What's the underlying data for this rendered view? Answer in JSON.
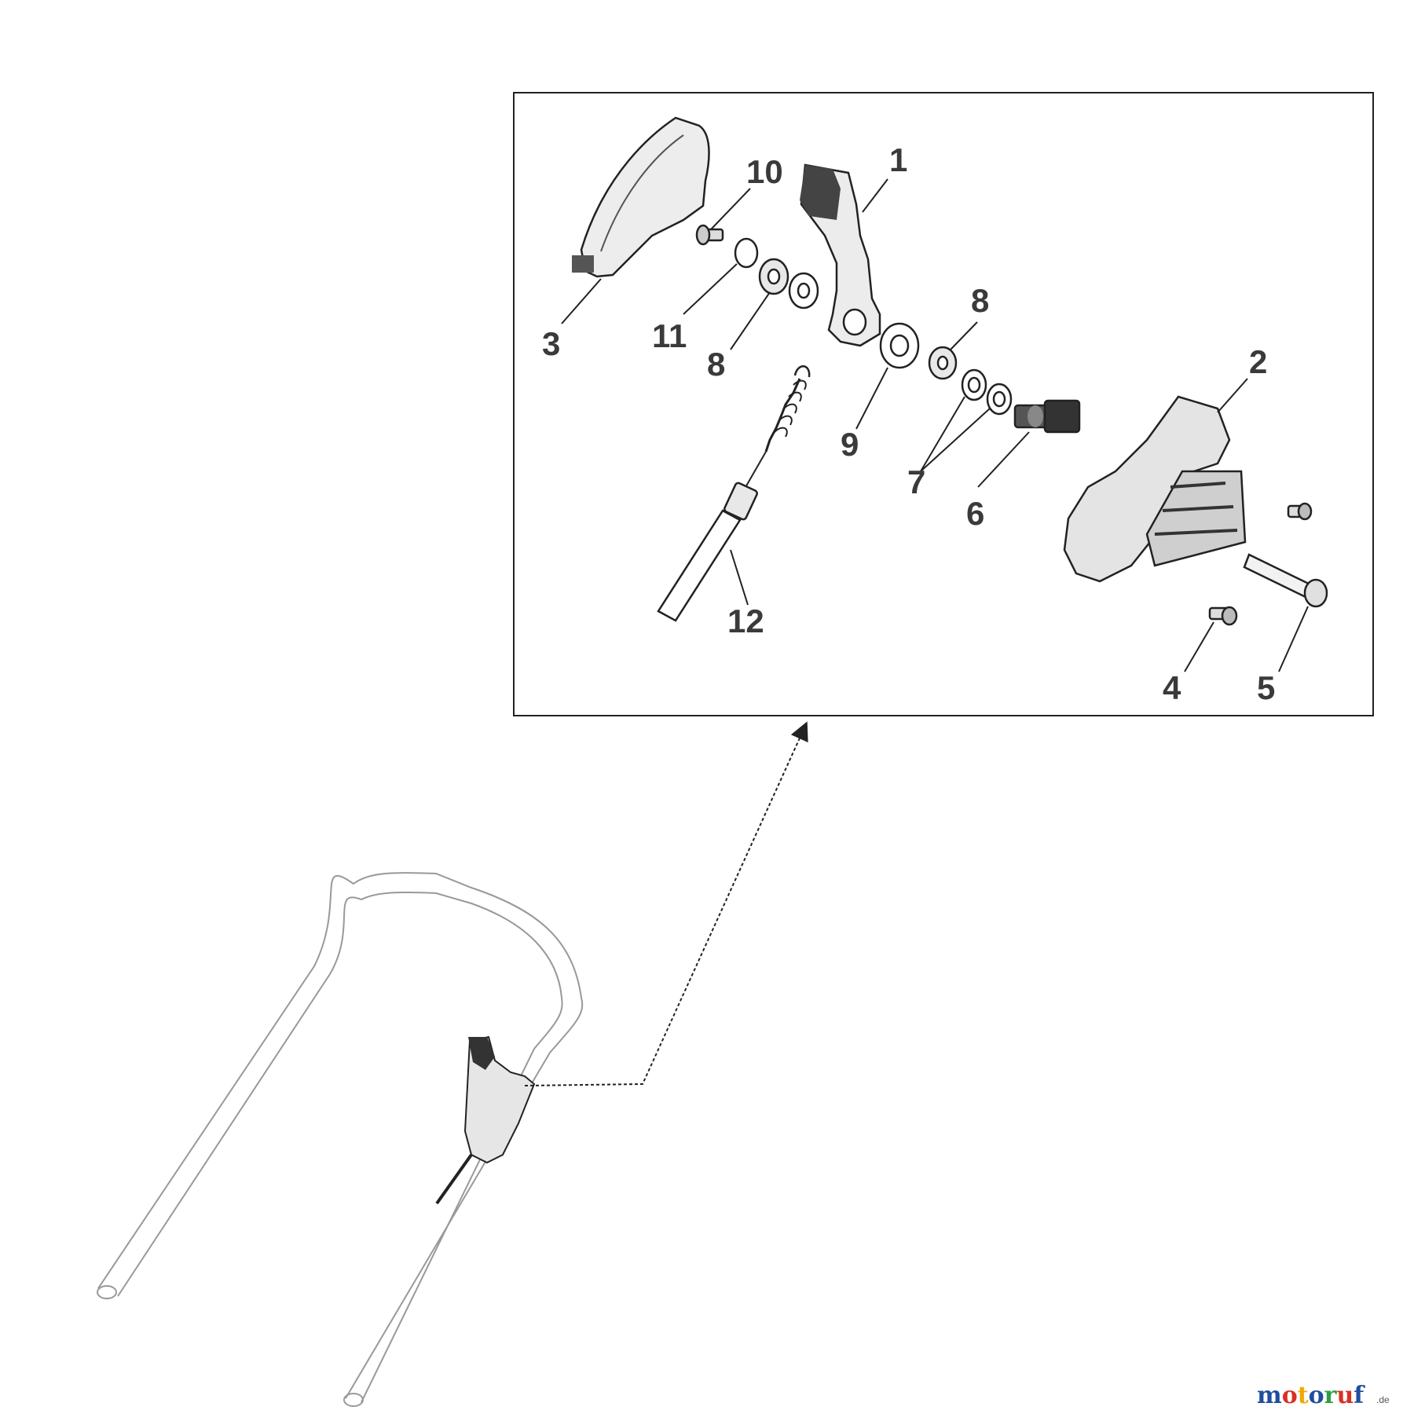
{
  "callouts": {
    "p1": "1",
    "p2": "2",
    "p3": "3",
    "p4": "4",
    "p5": "5",
    "p6": "6",
    "p7": "7",
    "p8a": "8",
    "p8b": "8",
    "p9": "9",
    "p10": "10",
    "p11": "11",
    "p12": "12"
  },
  "watermark": {
    "letters": [
      "m",
      "o",
      "t",
      "o",
      "r",
      "u",
      "f"
    ],
    "suffix": ".de",
    "colors": [
      "#1f4e9e",
      "#d93025",
      "#f2a900",
      "#1f4e9e",
      "#2e9e44",
      "#d93025",
      "#1f4e9e"
    ]
  }
}
